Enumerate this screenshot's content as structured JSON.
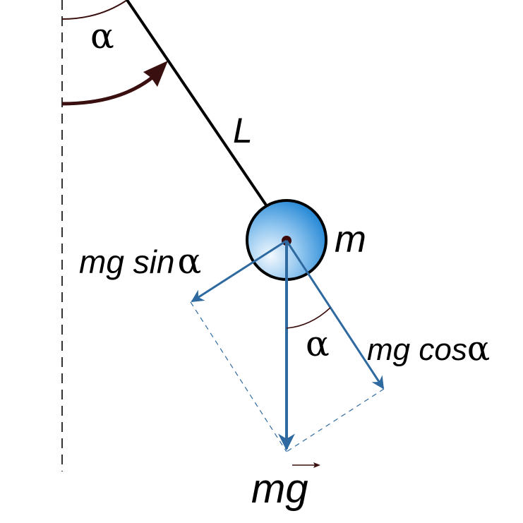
{
  "labels": {
    "alpha_top": "α",
    "length": "L",
    "mass": "m",
    "sin_prefix": "mg sin",
    "sin_alpha": "α",
    "cos_prefix": "mg cos",
    "cos_alpha": "α",
    "alpha_bottom": "α",
    "gravity": "mg"
  },
  "colors": {
    "rod": "#000000",
    "vector": "#2e6aa0",
    "angle_arc": "#3a0f0f",
    "bob_light": "#e8f3fc",
    "bob_dark": "#1a86d6"
  }
}
